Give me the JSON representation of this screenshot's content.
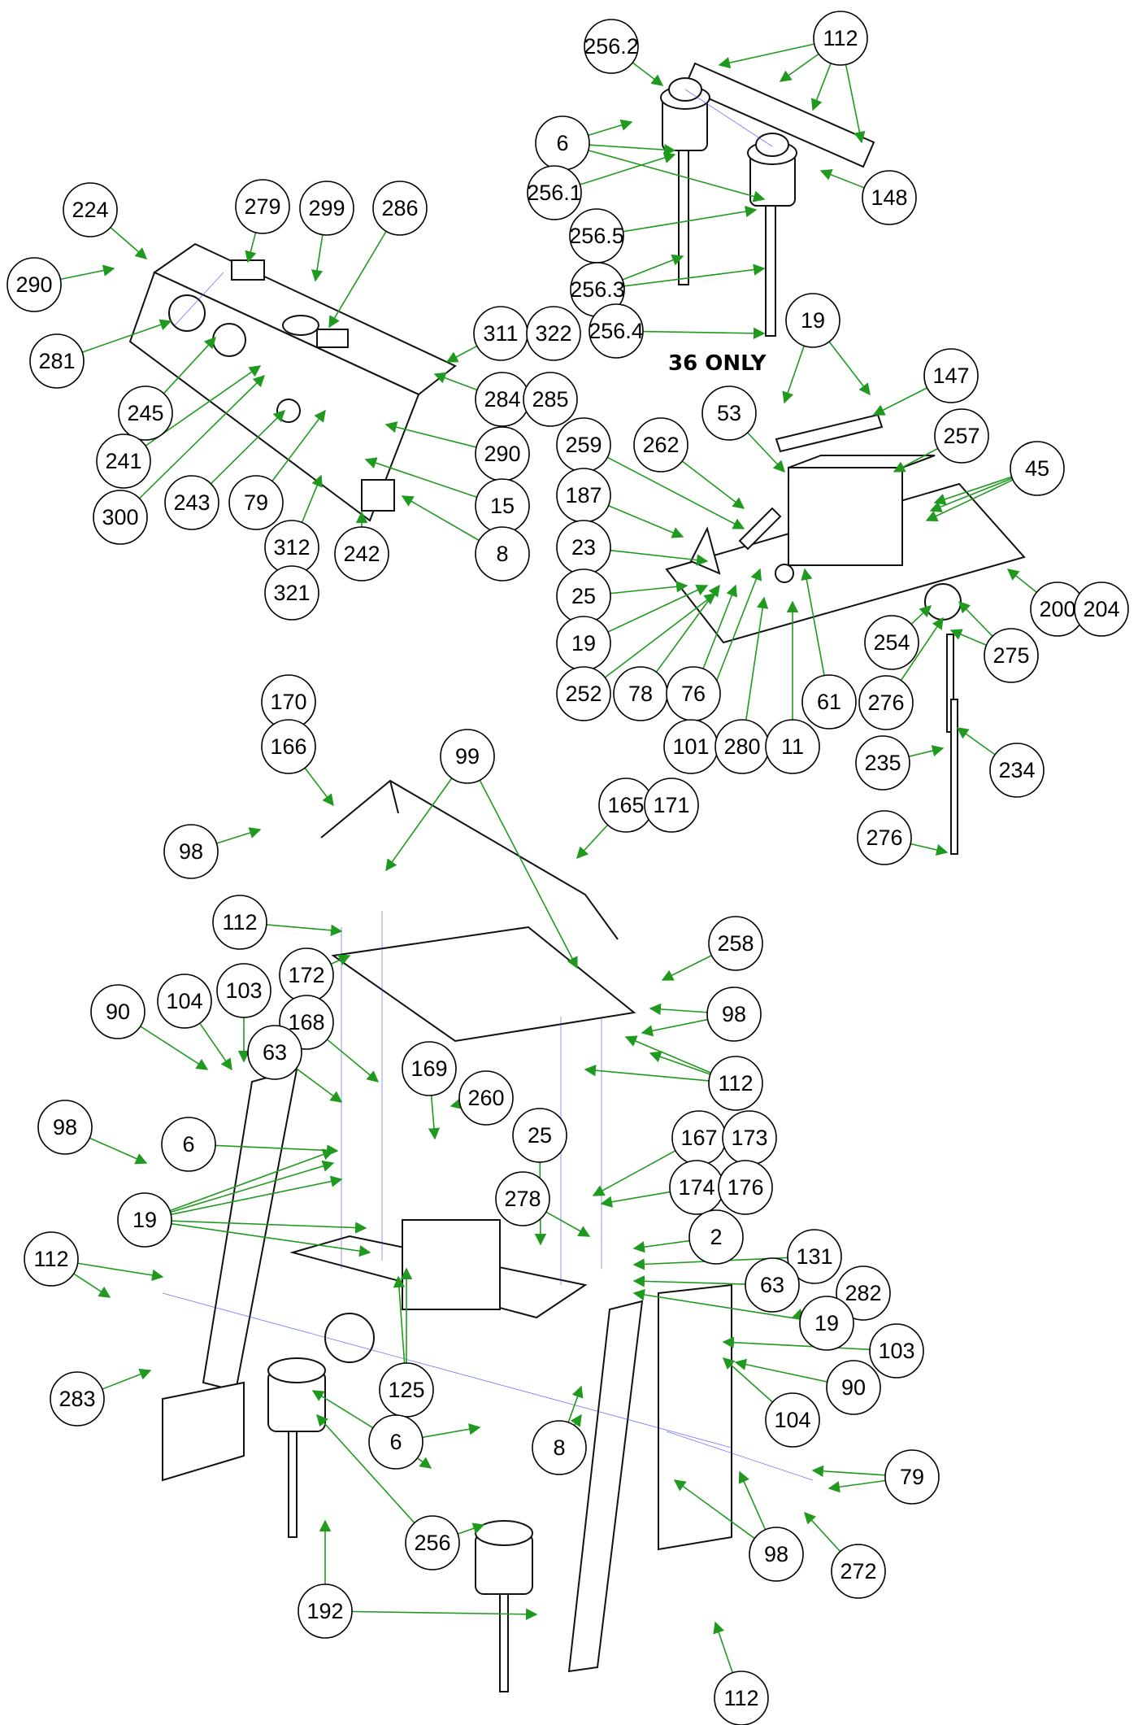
{
  "diagram": {
    "note": "36 ONLY",
    "callouts": [
      {
        "id": "c1",
        "label": "112"
      },
      {
        "id": "c2",
        "label": "256.2"
      },
      {
        "id": "c3",
        "label": "6"
      },
      {
        "id": "c4",
        "label": "256.1"
      },
      {
        "id": "c5",
        "label": "148"
      },
      {
        "id": "c6",
        "label": "256.5"
      },
      {
        "id": "c7",
        "label": "256.3"
      },
      {
        "id": "c8",
        "label": "256.4"
      },
      {
        "id": "c9",
        "label": "19"
      },
      {
        "id": "c10",
        "label": "224"
      },
      {
        "id": "c11",
        "label": "279"
      },
      {
        "id": "c12",
        "label": "299"
      },
      {
        "id": "c13",
        "label": "286"
      },
      {
        "id": "c14",
        "label": "290"
      },
      {
        "id": "c15",
        "label": "281"
      },
      {
        "id": "c16",
        "label": "245"
      },
      {
        "id": "c17",
        "label": "241"
      },
      {
        "id": "c18",
        "label": "300"
      },
      {
        "id": "c19",
        "label": "243"
      },
      {
        "id": "c20",
        "label": "79"
      },
      {
        "id": "c21",
        "label": "311"
      },
      {
        "id": "c22",
        "label": "322"
      },
      {
        "id": "c23",
        "label": "284"
      },
      {
        "id": "c24",
        "label": "285"
      },
      {
        "id": "c25",
        "label": "290"
      },
      {
        "id": "c26",
        "label": "15"
      },
      {
        "id": "c27",
        "label": "8"
      },
      {
        "id": "c28",
        "label": "242"
      },
      {
        "id": "c29",
        "label": "312"
      },
      {
        "id": "c30",
        "label": "321"
      },
      {
        "id": "c31",
        "label": "147"
      },
      {
        "id": "c32",
        "label": "53"
      },
      {
        "id": "c33",
        "label": "257"
      },
      {
        "id": "c34",
        "label": "259"
      },
      {
        "id": "c35",
        "label": "262"
      },
      {
        "id": "c36",
        "label": "45"
      },
      {
        "id": "c37",
        "label": "187"
      },
      {
        "id": "c38",
        "label": "23"
      },
      {
        "id": "c39",
        "label": "25"
      },
      {
        "id": "c40",
        "label": "19"
      },
      {
        "id": "c41",
        "label": "252"
      },
      {
        "id": "c42",
        "label": "78"
      },
      {
        "id": "c43",
        "label": "76"
      },
      {
        "id": "c44",
        "label": "101"
      },
      {
        "id": "c45",
        "label": "280"
      },
      {
        "id": "c46",
        "label": "11"
      },
      {
        "id": "c47",
        "label": "61"
      },
      {
        "id": "c48",
        "label": "200"
      },
      {
        "id": "c49",
        "label": "204"
      },
      {
        "id": "c50",
        "label": "254"
      },
      {
        "id": "c51",
        "label": "275"
      },
      {
        "id": "c52",
        "label": "276"
      },
      {
        "id": "c53",
        "label": "235"
      },
      {
        "id": "c54",
        "label": "234"
      },
      {
        "id": "c55",
        "label": "276"
      },
      {
        "id": "c56",
        "label": "170"
      },
      {
        "id": "c57",
        "label": "166"
      },
      {
        "id": "c58",
        "label": "99"
      },
      {
        "id": "c59",
        "label": "165"
      },
      {
        "id": "c60",
        "label": "171"
      },
      {
        "id": "c61",
        "label": "98"
      },
      {
        "id": "c62",
        "label": "112"
      },
      {
        "id": "c63",
        "label": "258"
      },
      {
        "id": "c64",
        "label": "172"
      },
      {
        "id": "c65",
        "label": "98"
      },
      {
        "id": "c66",
        "label": "90"
      },
      {
        "id": "c67",
        "label": "104"
      },
      {
        "id": "c68",
        "label": "103"
      },
      {
        "id": "c69",
        "label": "168"
      },
      {
        "id": "c70",
        "label": "112"
      },
      {
        "id": "c71",
        "label": "63"
      },
      {
        "id": "c72",
        "label": "169"
      },
      {
        "id": "c73",
        "label": "260"
      },
      {
        "id": "c74",
        "label": "98"
      },
      {
        "id": "c75",
        "label": "6"
      },
      {
        "id": "c76",
        "label": "25"
      },
      {
        "id": "c77",
        "label": "167"
      },
      {
        "id": "c78",
        "label": "173"
      },
      {
        "id": "c79",
        "label": "278"
      },
      {
        "id": "c80",
        "label": "174"
      },
      {
        "id": "c81",
        "label": "176"
      },
      {
        "id": "c82",
        "label": "19"
      },
      {
        "id": "c83",
        "label": "2"
      },
      {
        "id": "c84",
        "label": "112"
      },
      {
        "id": "c85",
        "label": "131"
      },
      {
        "id": "c86",
        "label": "282"
      },
      {
        "id": "c87",
        "label": "63"
      },
      {
        "id": "c88",
        "label": "19"
      },
      {
        "id": "c89",
        "label": "103"
      },
      {
        "id": "c90",
        "label": "283"
      },
      {
        "id": "c91",
        "label": "125"
      },
      {
        "id": "c92",
        "label": "90"
      },
      {
        "id": "c93",
        "label": "104"
      },
      {
        "id": "c94",
        "label": "6"
      },
      {
        "id": "c95",
        "label": "8"
      },
      {
        "id": "c96",
        "label": "79"
      },
      {
        "id": "c97",
        "label": "256"
      },
      {
        "id": "c98",
        "label": "98"
      },
      {
        "id": "c99",
        "label": "272"
      },
      {
        "id": "c100",
        "label": "192"
      },
      {
        "id": "c101",
        "label": "112"
      }
    ]
  }
}
